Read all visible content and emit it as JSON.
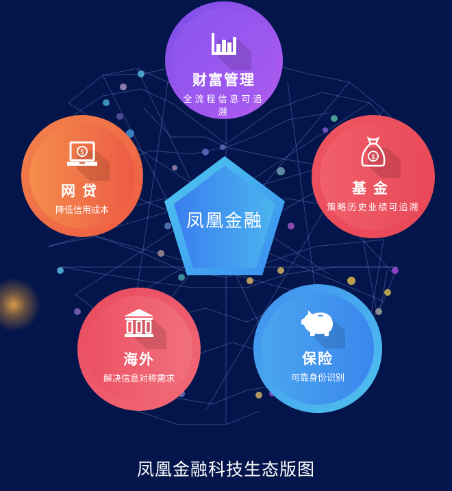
{
  "colors": {
    "background": "#03154a",
    "wealth": "#9b58ee",
    "loan": "#f0714a",
    "fund": "#ea4f5d",
    "overseas": "#ec5867",
    "insurance": "#3f95ee",
    "center": "#3f9bf0"
  },
  "center": {
    "label": "凤凰金融",
    "shape": "pentagon"
  },
  "nodes": {
    "wealth": {
      "icon": "bar-chart-icon",
      "title": "财富管理",
      "desc": "全流程信息可追溯"
    },
    "loan": {
      "icon": "laptop-coin-icon",
      "title": "网贷",
      "desc": "降低信用成本"
    },
    "fund": {
      "icon": "money-bag-icon",
      "title": "基金",
      "desc": "策略历史业绩可追溯"
    },
    "overseas": {
      "icon": "bank-building-icon",
      "title": "海外",
      "desc": "解决信息对称需求"
    },
    "insurance": {
      "icon": "piggy-bank-icon",
      "title": "保险",
      "desc": "可靠身份识别"
    }
  },
  "footer": {
    "title": "凤凰金融科技生态版图"
  }
}
